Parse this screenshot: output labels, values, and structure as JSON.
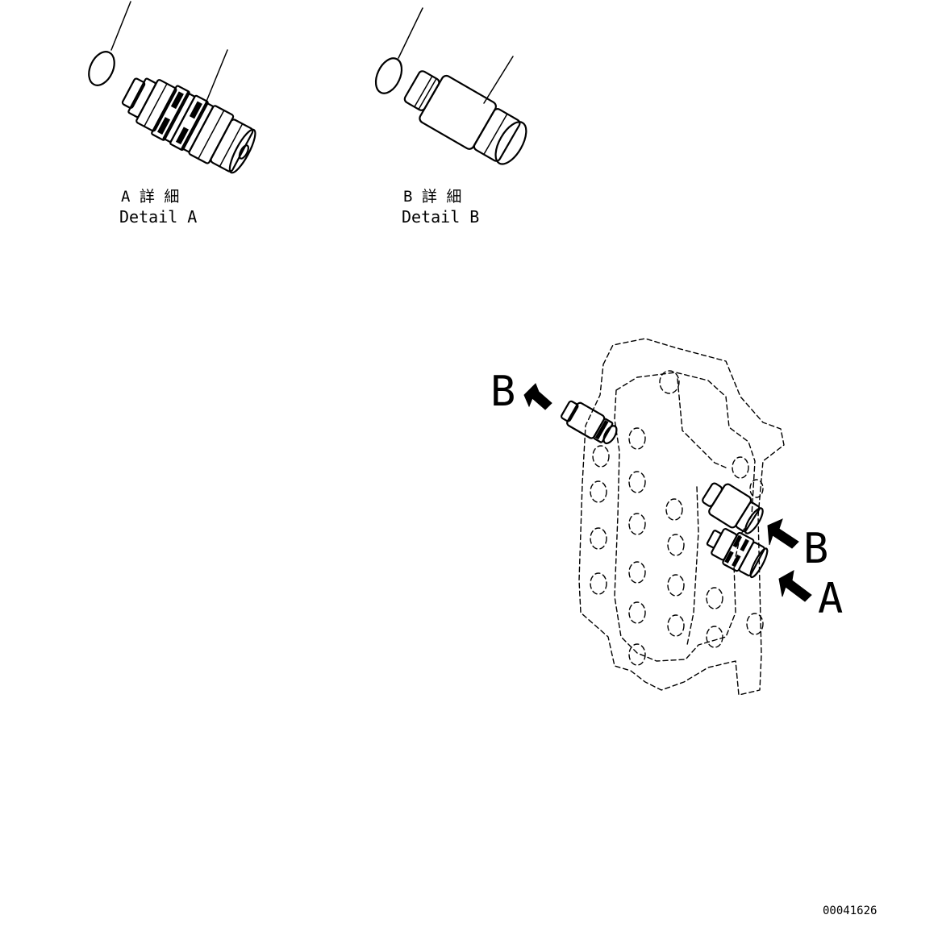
{
  "details": [
    {
      "id": "detail-a",
      "label_jp": "A 詳 細",
      "label_en": "Detail A"
    },
    {
      "id": "detail-b",
      "label_jp": "B 詳 細",
      "label_en": "Detail B"
    }
  ],
  "callouts": {
    "b_upper": "B",
    "b_lower": "B",
    "a_lower": "A"
  },
  "drawing_number": "00041626",
  "icons": [
    "o-ring-icon",
    "relief-valve-icon",
    "plug-icon",
    "control-valve-body-icon",
    "pointer-arrow-icon"
  ]
}
